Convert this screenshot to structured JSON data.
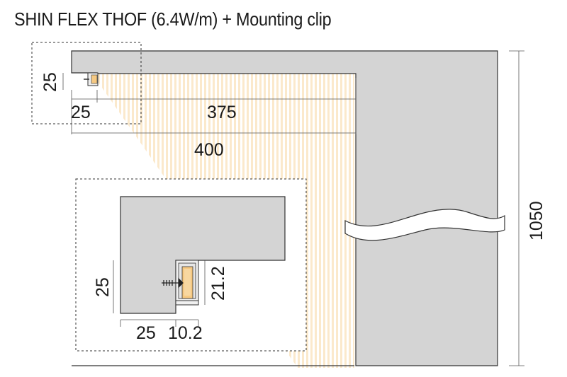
{
  "title": "SHIN FLEX THOF (6.4W/m) + Mounting clip",
  "dimensions": {
    "top_overhang_height": "25",
    "top_led_offset": "25",
    "top_inner_width": "375",
    "top_total_width": "400",
    "total_height": "1050",
    "detail_overhang_height": "25",
    "detail_profile_height": "21.2",
    "detail_overhang_depth": "25",
    "detail_profile_width": "10.2"
  },
  "colors": {
    "wall": "#d4d4d4",
    "outline": "#333333",
    "led": "#f6c982",
    "light_glow": "#fbe6c6"
  }
}
